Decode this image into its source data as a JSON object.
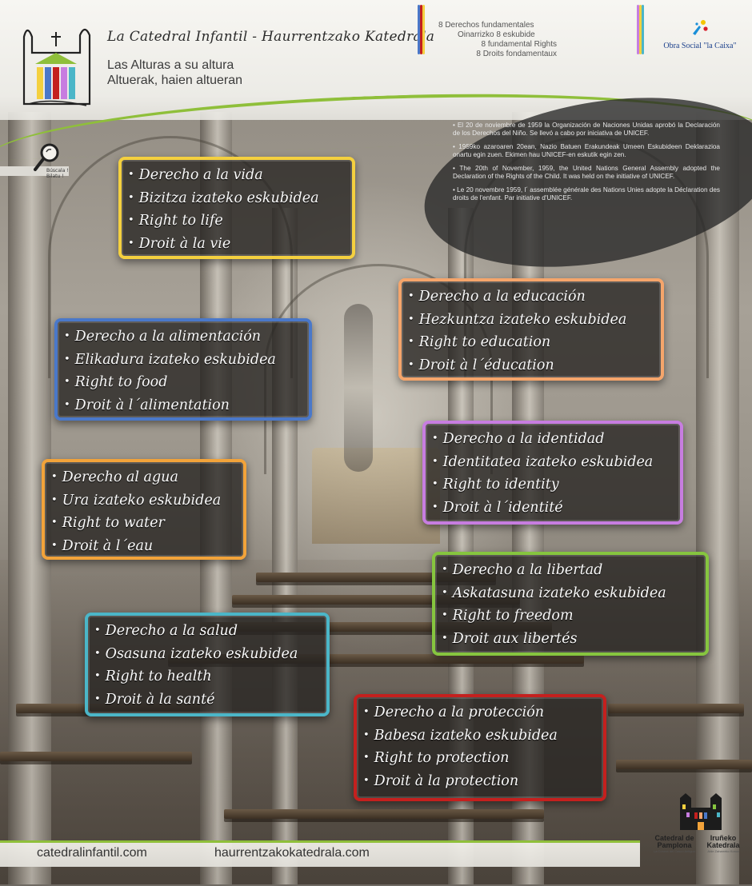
{
  "header": {
    "title": "La Catedral Infantil - Haurrentzako Katedrala",
    "tagline_es": "Las Alturas a su altura",
    "tagline_eu": "Altuerak, haien altueran",
    "rights_lines": [
      "8 Derechos fundamentales",
      "Oinarrizko 8 eskubide",
      "8 fundamental Rights",
      "8 Droits fondamentaux"
    ],
    "sponsor": "Obra Social \"la Caixa\"",
    "accent_color": "#8fbf3a"
  },
  "search": {
    "label_es": "Búscala !",
    "label_eu": "Bilatu !"
  },
  "info": [
    "El 20 de noviembre de 1959 la Organización de Naciones Unidas aprobó la Declaración de los Derechos del Niño. Se llevó a cabo por iniciativa de UNICEF.",
    "1959ko azaroaren 20ean, Nazio Batuen Erakundeak Umeen Eskubideen Deklarazioa onartu egin zuen. Ekimen hau UNICEF-en eskutik egin zen.",
    "The 20th of November, 1959, the United Nations General Assembly adopted the Declaration of the Rights of the Child. It was held on the initiative of UNICEF.",
    "Le 20 novembre 1959, l´ assemblée générale des Nations Unies adopte la Déclaration des droits de l'enfant. Par initiative d'UNICEF."
  ],
  "cards": {
    "life": {
      "color": "#f4d03f",
      "items": [
        "Derecho a la vida",
        "Bizitza izateko eskubidea",
        "Right to life",
        "Droit à la vie"
      ]
    },
    "education": {
      "color": "#f5a56b",
      "items": [
        "Derecho a la educación",
        "Hezkuntza izateko eskubidea",
        "Right to education",
        "Droit à l´éducation"
      ]
    },
    "food": {
      "color": "#4a78c9",
      "items": [
        "Derecho a la alimentación",
        "Elikadura izateko eskubidea",
        "Right to food",
        "Droit à l´alimentation"
      ]
    },
    "identity": {
      "color": "#c77de0",
      "items": [
        "Derecho a la identidad",
        "Identitatea izateko eskubidea",
        "Right to identity",
        "Droit à l´identité"
      ]
    },
    "water": {
      "color": "#f2a33a",
      "items": [
        "Derecho al agua",
        "Ura izateko eskubidea",
        "Right to water",
        "Droit à l´eau"
      ]
    },
    "freedom": {
      "color": "#86c53f",
      "items": [
        "Derecho a la libertad",
        "Askatasuna izateko eskubidea",
        "Right to freedom",
        "Droit aux libertés"
      ]
    },
    "health": {
      "color": "#4bb6c8",
      "items": [
        "Derecho a la salud",
        "Osasuna izateko eskubidea",
        "Right to health",
        "Droit à la santé"
      ]
    },
    "protection": {
      "color": "#c4201e",
      "items": [
        "Derecho a la protección",
        "Babesa izateko eskubidea",
        "Right to protection",
        "Droit à la protection"
      ]
    }
  },
  "footer": {
    "link_es": "catedralinfantil.com",
    "link_eu": "haurrentzakokatedrala.com",
    "logo_es": "Catedral de Pamplona",
    "logo_es_sub": "La Corona del Casco Antiguo",
    "logo_eu": "Iruñeko Katedrala",
    "logo_eu_sub": "Alde Zaharreko Koroa"
  }
}
